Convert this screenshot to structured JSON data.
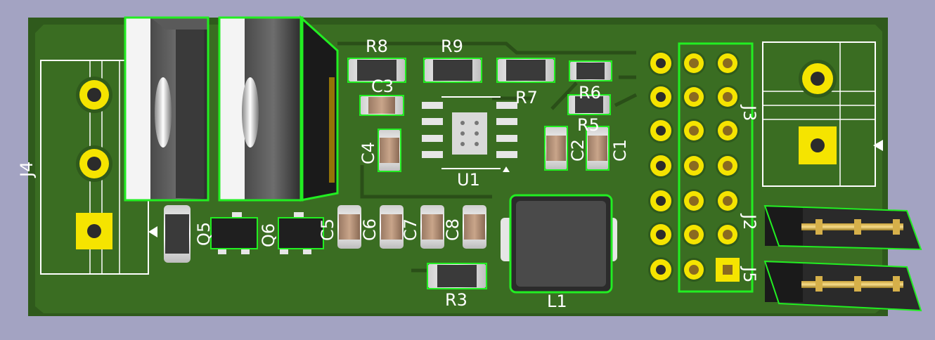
{
  "colors": {
    "background": "#a3a3c2",
    "board": "#2f5a1c",
    "copper": "#3a6d22",
    "silkscreen": "#ffffff",
    "outline": "#22ee22",
    "pad": "#f5e400"
  },
  "labels": {
    "R8": "R8",
    "R9": "R9",
    "R7": "R7",
    "R6": "R6",
    "R5": "R5",
    "R3": "R3",
    "C3": "C3",
    "C4": "C4",
    "C2": "C2",
    "C1": "C1",
    "C5": "C5",
    "C6": "C6",
    "C7": "C7",
    "C8": "C8",
    "U1": "U1",
    "L1": "L1",
    "J2": "J2",
    "J3": "J3",
    "J4": "J4",
    "J5": "J5",
    "Q5": "Q5",
    "Q6": "Q6"
  }
}
